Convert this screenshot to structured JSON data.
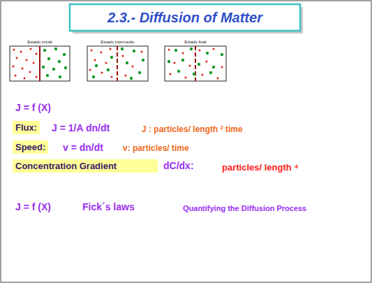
{
  "diagram": {
    "title": "2.3.- Diffusion of Matter",
    "nodes": [
      {
        "text": [
          "Estado inicial"
        ]
      },
      {
        "text": [
          "Estado intermedio"
        ]
      },
      {
        "text": [
          "Estado final"
        ]
      },
      {
        "text": [
          "Flux:"
        ]
      },
      {
        "text": [
          "Speed:"
        ]
      },
      {
        "text": [
          "Concentration Gradient"
        ]
      }
    ],
    "labels": [
      "J = f (X)",
      "J = 1/A dn/dt",
      "J : particles/ length ² time",
      "v = dn/dt",
      "v: particles/ time",
      "dC/dx:",
      "particles/ length ⁴",
      "J = f (X)",
      "Fick´s laws",
      "Quantifying the Diffusion Process"
    ]
  }
}
